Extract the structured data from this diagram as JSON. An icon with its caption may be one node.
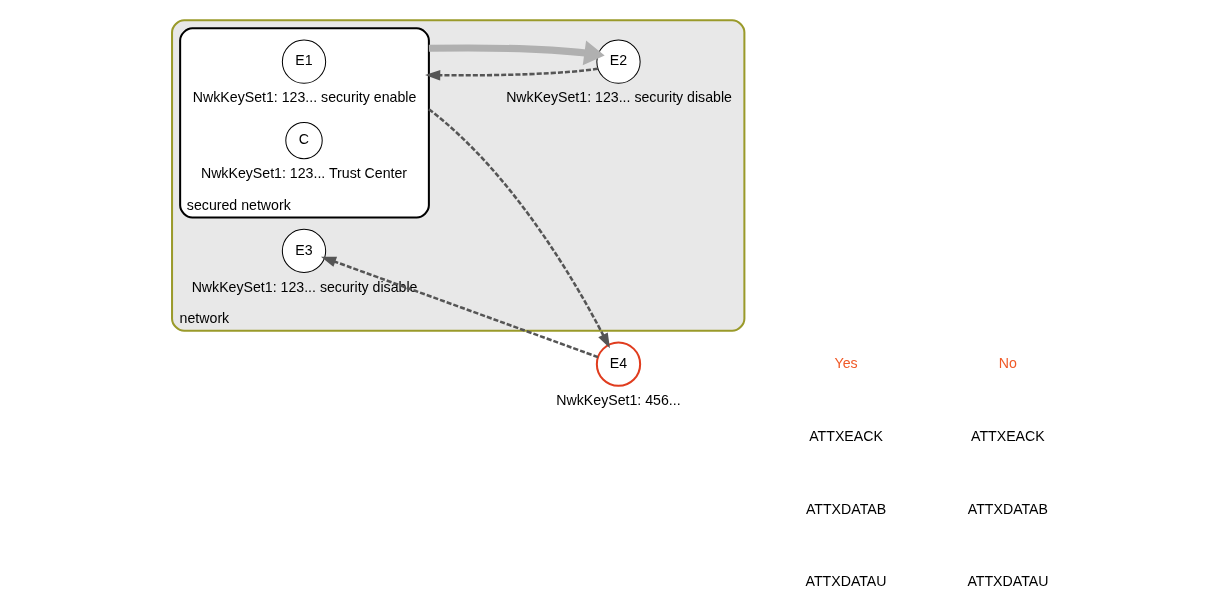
{
  "diagram": {
    "nodes": [
      {
        "text": [
          "network"
        ]
      },
      {
        "text": [
          "secured network"
        ],
        "in": 0
      },
      {
        "text": [
          "E1"
        ],
        "in": 1,
        "beside": [
          "NwkKeySet1: 123... security enable"
        ]
      },
      {
        "text": [
          "C"
        ],
        "in": 1,
        "beside": [
          "NwkKeySet1: 123... Trust Center"
        ]
      },
      {
        "text": [
          "E3"
        ],
        "in": 0,
        "beside": [
          "NwkKeySet1: 123... security disable"
        ]
      },
      {
        "text": [
          "E2"
        ],
        "in": 0,
        "beside": [
          "NwkKeySet1: 123... security disable"
        ]
      },
      {
        "text": [
          "E4"
        ],
        "beside": [
          "NwkKeySet1: 456..."
        ]
      }
    ],
    "edges": [
      {
        "from": 1,
        "to": 6,
        "arrow": "to",
        "style": "dashed"
      },
      {
        "from": 1,
        "to": 5,
        "arrow": "to",
        "style": "thick",
        "color": "#b0b0b0"
      },
      {
        "from": 5,
        "to": 1,
        "arrow": "to",
        "style": "dashed"
      },
      {
        "from": 6,
        "to": 4,
        "arrow": "to",
        "style": "dashed"
      }
    ],
    "labels": [
      "ATTXEACK",
      "ATTXDATAB",
      "ATTXDATAU",
      "ATTXEACK",
      "ATTXDATAB",
      "ATTXDATAU"
    ],
    "legend": [
      {
        "text": "Yes"
      },
      {
        "text": "No"
      }
    ]
  }
}
